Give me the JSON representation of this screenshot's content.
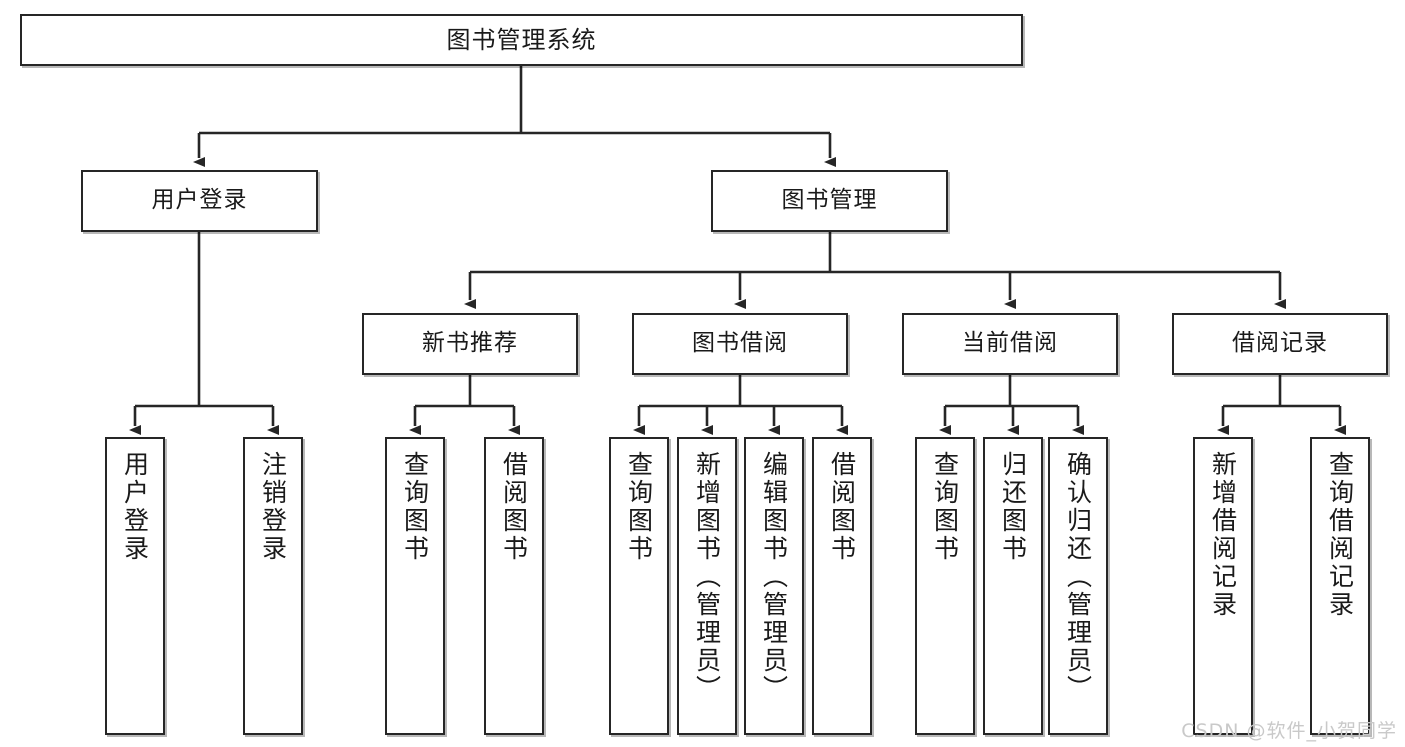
{
  "diagram": {
    "type": "tree",
    "title": "图书管理系统",
    "background_color": "#ffffff",
    "line_color": "#262626",
    "box_border_color": "#262626",
    "box_fill_color": "#ffffff",
    "watermark": "CSDN @软件_小贺同学"
  },
  "nodes": {
    "root": {
      "label": "图书管理系统"
    },
    "level2": [
      {
        "label": "用户登录"
      },
      {
        "label": "图书管理"
      }
    ],
    "level3": [
      {
        "label": "新书推荐"
      },
      {
        "label": "图书借阅"
      },
      {
        "label": "当前借阅"
      },
      {
        "label": "借阅记录"
      }
    ],
    "leaves": {
      "user_login": [
        {
          "label": "用户登录"
        },
        {
          "label": "注销登录"
        }
      ],
      "new_book_recommend": [
        {
          "label": "查询图书"
        },
        {
          "label": "借阅图书"
        }
      ],
      "book_borrow": [
        {
          "label": "查询图书"
        },
        {
          "label": "新增图书（管理员）"
        },
        {
          "label": "编辑图书（管理员）"
        },
        {
          "label": "借阅图书"
        }
      ],
      "current_borrow": [
        {
          "label": "查询图书"
        },
        {
          "label": "归还图书"
        },
        {
          "label": "确认归还（管理员）"
        }
      ],
      "borrow_record": [
        {
          "label": "新增借阅记录"
        },
        {
          "label": "查询借阅记录"
        }
      ]
    }
  }
}
